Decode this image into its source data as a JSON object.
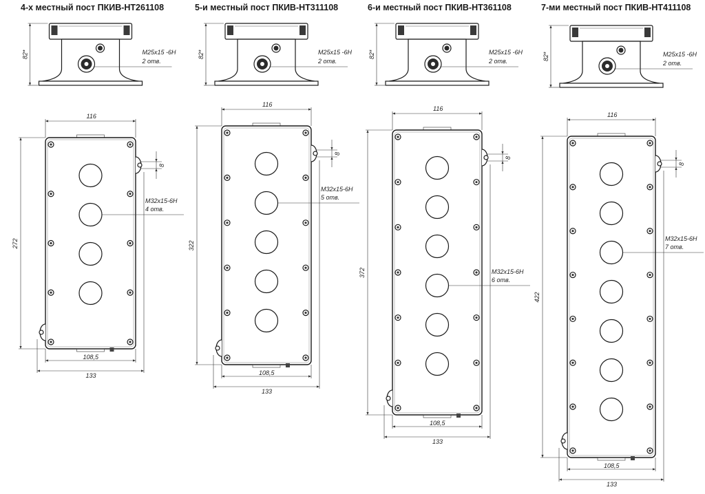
{
  "posts": [
    {
      "title": "4-х местный пост ПКИВ-НТ261108",
      "buttons": 4,
      "height_label": "82*",
      "width_label": "116",
      "length_label": "272",
      "inner_width_label": "108,5",
      "outer_width_label": "133",
      "gap_label": "8",
      "gland_label": "М25х15 -6Н",
      "gland_count_label": "2 отв.",
      "button_hole_label": "М32х15-6Н",
      "button_count_label": "4 отв."
    },
    {
      "title": "5-и местный пост ПКИВ-НТ311108",
      "buttons": 5,
      "height_label": "82*",
      "width_label": "116",
      "length_label": "322",
      "inner_width_label": "108,5",
      "outer_width_label": "133",
      "gap_label": "8",
      "gland_label": "М25х15 -6Н",
      "gland_count_label": "2 отв.",
      "button_hole_label": "М32х15-6Н",
      "button_count_label": "5 отв."
    },
    {
      "title": "6-и местный пост ПКИВ-НТ361108",
      "buttons": 6,
      "height_label": "82*",
      "width_label": "116",
      "length_label": "372",
      "inner_width_label": "108,5",
      "outer_width_label": "133",
      "gap_label": "8",
      "gland_label": "М25х15 -6Н",
      "gland_count_label": "2 отв.",
      "button_hole_label": "М32х15-6Н",
      "button_count_label": "6 отв."
    },
    {
      "title": "7-ми местный пост ПКИВ-НТ411108",
      "buttons": 7,
      "height_label": "82*",
      "width_label": "116",
      "length_label": "422",
      "inner_width_label": "108,5",
      "outer_width_label": "133",
      "gap_label": "8",
      "gland_label": "М25х15 -6Н",
      "gland_count_label": "2 отв.",
      "button_hole_label": "М32х15-6Н",
      "button_count_label": "7 отв."
    }
  ],
  "colors": {
    "line": "#1a1a1a",
    "background": "#ffffff"
  }
}
